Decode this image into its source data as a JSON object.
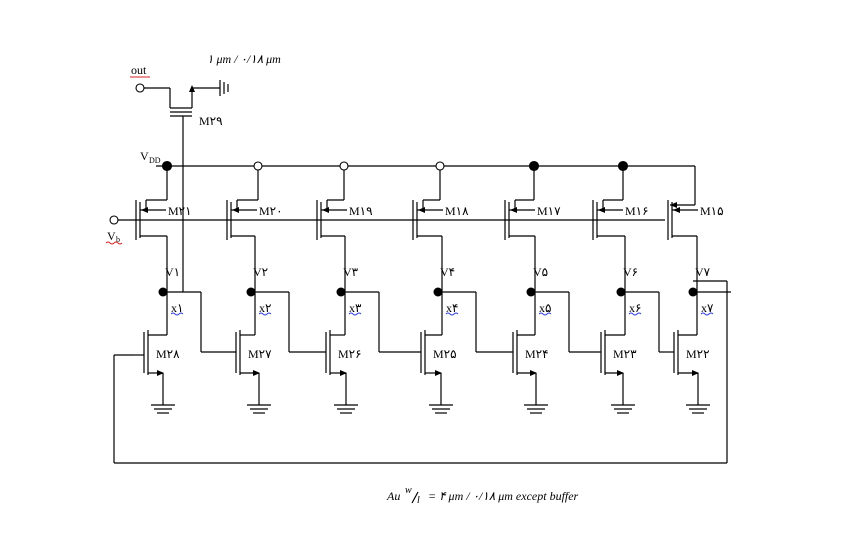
{
  "diagram": {
    "out_label": "out",
    "buffer_size_label": "۱ μm / ۰/۱۸ μm",
    "vdd_label": "V",
    "vdd_sub": "DD",
    "vb_label": "V",
    "vb_sub": "b",
    "buffer_transistor": "M۲۹",
    "load_transistors": [
      "M۲۱",
      "M۲۰",
      "M۱۹",
      "M۱۸",
      "M۱۷",
      "M۱۶",
      "M۱۵"
    ],
    "stage_transistors": [
      "M۲۸",
      "M۲۷",
      "M۲۶",
      "M۲۵",
      "M۲۴",
      "M۲۳",
      "M۲۲"
    ],
    "node_voltages": [
      "V۱",
      "V۲",
      "V۳",
      "V۴",
      "V۵",
      "V۶",
      "V۷"
    ],
    "node_labels": [
      "x۱",
      "x۲",
      "x۳",
      "x۴",
      "x۵",
      "x۶",
      "x۷"
    ],
    "footer_prefix": "Au",
    "footer_w": "w",
    "footer_l": "l",
    "footer_rest": "= ۴ μm / ۰/۱۸ μm except buffer"
  }
}
